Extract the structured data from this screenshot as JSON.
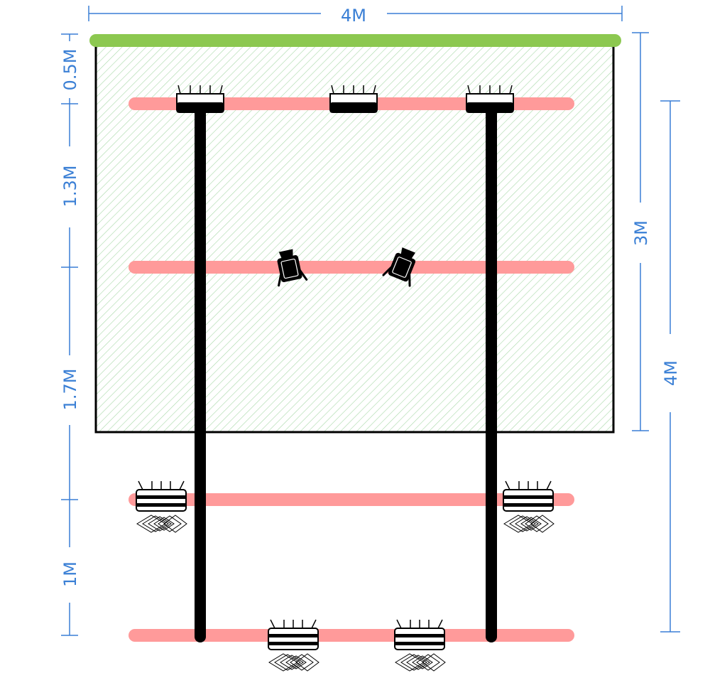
{
  "dimensions": {
    "top_width": "4M",
    "left_segments": [
      "0.5M",
      "1.3M",
      "1.7M",
      "1M"
    ],
    "right_inner": "3M",
    "right_outer": "4M"
  },
  "colors": {
    "dimension": "#3a7fd5",
    "truss": "#ff9a9a",
    "backdrop": "#8cc850",
    "stand": "#000000",
    "hatch": "#a8d8a8"
  },
  "icons": {
    "top_lights": "fresnel-light-icon",
    "movers": "moving-head-icon",
    "floor_lights": "led-wash-icon"
  }
}
